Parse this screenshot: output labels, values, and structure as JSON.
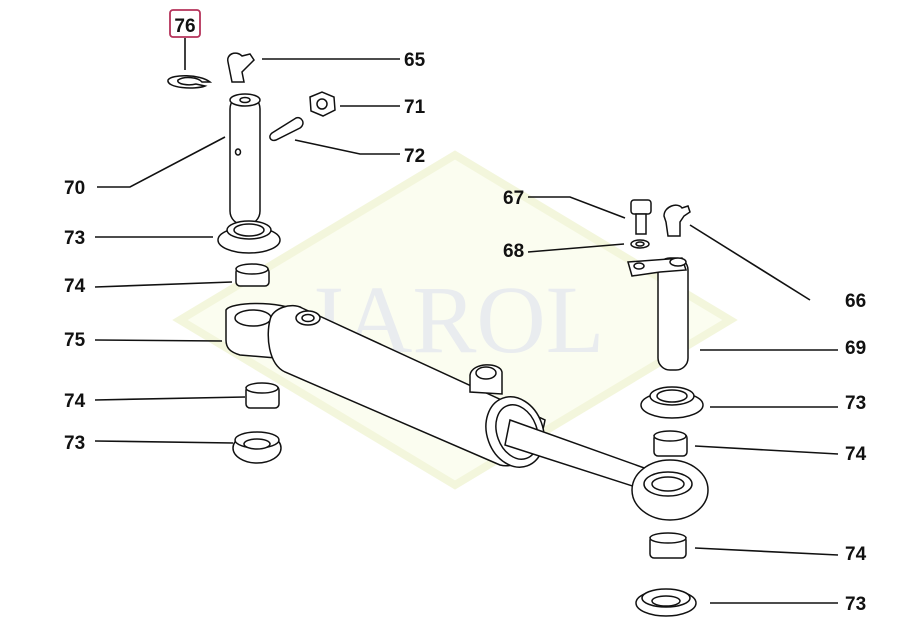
{
  "watermark": "JAROL",
  "highlight_color": "#b5325a",
  "callouts": [
    {
      "id": "76",
      "label": "76",
      "highlighted": true
    },
    {
      "id": "65",
      "label": "65"
    },
    {
      "id": "71",
      "label": "71"
    },
    {
      "id": "72",
      "label": "72"
    },
    {
      "id": "70",
      "label": "70"
    },
    {
      "id": "73a",
      "label": "73"
    },
    {
      "id": "74a",
      "label": "74"
    },
    {
      "id": "75",
      "label": "75"
    },
    {
      "id": "74b",
      "label": "74"
    },
    {
      "id": "73b",
      "label": "73"
    },
    {
      "id": "67",
      "label": "67"
    },
    {
      "id": "68",
      "label": "68"
    },
    {
      "id": "66",
      "label": "66"
    },
    {
      "id": "69",
      "label": "69"
    },
    {
      "id": "73c",
      "label": "73"
    },
    {
      "id": "74c",
      "label": "74"
    },
    {
      "id": "74d",
      "label": "74"
    },
    {
      "id": "73d",
      "label": "73"
    }
  ]
}
